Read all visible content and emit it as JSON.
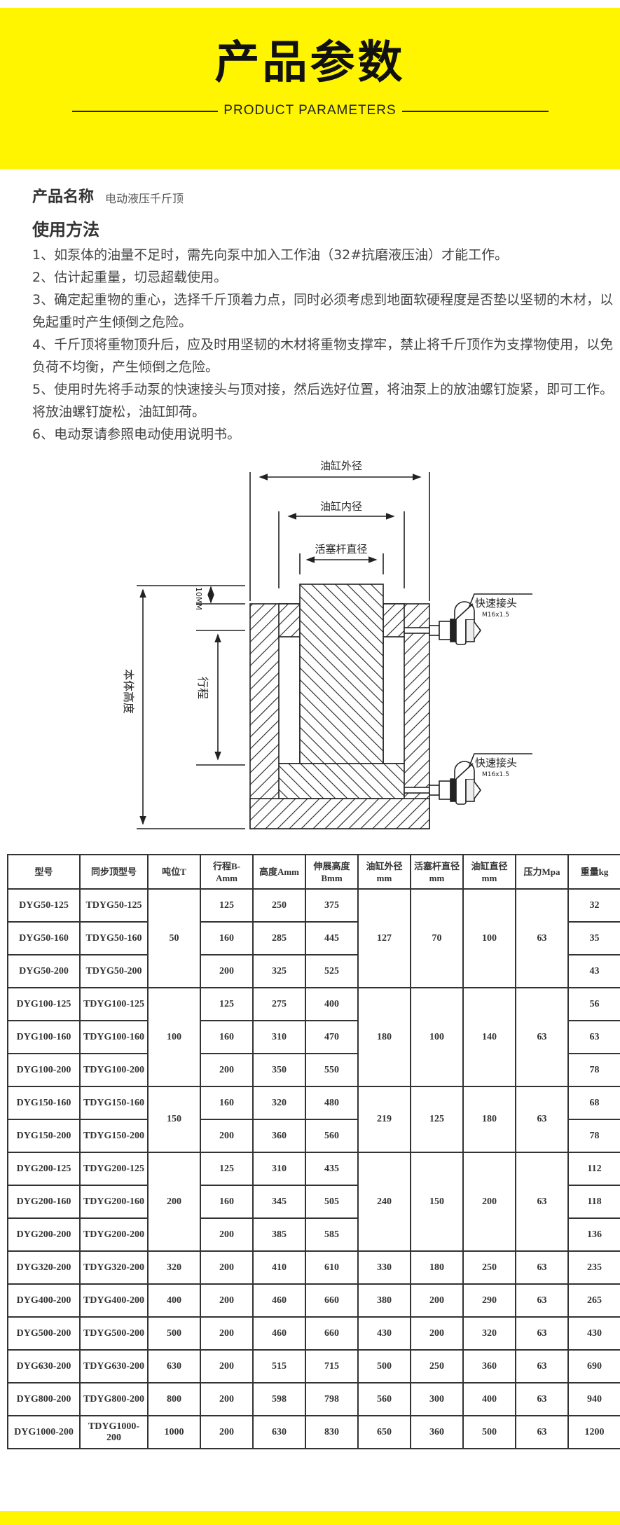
{
  "header": {
    "title": "产品参数",
    "subtitle": "PRODUCT PARAMETERS",
    "band_color": "#fff500"
  },
  "product": {
    "name_label": "产品名称",
    "name_value": "电动液压千斤顶"
  },
  "usage": {
    "title": "使用方法",
    "steps": [
      "1、如泵体的油量不足时，需先向泵中加入工作油（32#抗磨液压油）才能工作。",
      "2、估计起重量，切忌超载使用。",
      "3、确定起重物的重心，选择千斤顶着力点，同时必须考虑到地面软硬程度是否垫以坚韧的木材，以免起重时产生倾倒之危险。",
      "4、千斤顶将重物顶升后，应及时用坚韧的木材将重物支撑牢，禁止将千斤顶作为支撑物使用，以免负荷不均衡，产生倾倒之危险。",
      "5、使用时先将手动泵的快速接头与顶对接，然后选好位置，将油泵上的放油螺钉旋紧，即可工作。将放油螺钉旋松，油缸卸荷。",
      "6、电动泵请参照电动使用说明书。"
    ]
  },
  "diagram": {
    "outer_diameter": "油缸外径",
    "inner_diameter": "油缸内径",
    "rod_diameter": "活塞杆直径",
    "top_gap": "10MM",
    "stroke": "行程",
    "body_height": "本体高度",
    "connector_label": "快速接头",
    "connector_spec": "M16x1.5"
  },
  "table": {
    "headers": [
      "型号",
      "同步顶型号",
      "吨位T",
      "行程B-Amm",
      "高度Amm",
      "伸展高度Bmm",
      "油缸外径mm",
      "活塞杆直径mm",
      "油缸直径mm",
      "压力Mpa",
      "重量kg"
    ],
    "groups": [
      {
        "tonnage": "50",
        "outer": "127",
        "rod": "70",
        "bore": "100",
        "pressure": "63",
        "rows": [
          {
            "model": "DYG50-125",
            "sync": "TDYG50-125",
            "stroke": "125",
            "height": "250",
            "ext": "375",
            "weight": "32"
          },
          {
            "model": "DYG50-160",
            "sync": "TDYG50-160",
            "stroke": "160",
            "height": "285",
            "ext": "445",
            "weight": "35"
          },
          {
            "model": "DYG50-200",
            "sync": "TDYG50-200",
            "stroke": "200",
            "height": "325",
            "ext": "525",
            "weight": "43"
          }
        ]
      },
      {
        "tonnage": "100",
        "outer": "180",
        "rod": "100",
        "bore": "140",
        "pressure": "63",
        "rows": [
          {
            "model": "DYG100-125",
            "sync": "TDYG100-125",
            "stroke": "125",
            "height": "275",
            "ext": "400",
            "weight": "56"
          },
          {
            "model": "DYG100-160",
            "sync": "TDYG100-160",
            "stroke": "160",
            "height": "310",
            "ext": "470",
            "weight": "63"
          },
          {
            "model": "DYG100-200",
            "sync": "TDYG100-200",
            "stroke": "200",
            "height": "350",
            "ext": "550",
            "weight": "78"
          }
        ]
      },
      {
        "tonnage": "150",
        "outer": "219",
        "rod": "125",
        "bore": "180",
        "pressure": "63",
        "rows": [
          {
            "model": "DYG150-160",
            "sync": "TDYG150-160",
            "stroke": "160",
            "height": "320",
            "ext": "480",
            "weight": "68"
          },
          {
            "model": "DYG150-200",
            "sync": "TDYG150-200",
            "stroke": "200",
            "height": "360",
            "ext": "560",
            "weight": "78"
          }
        ]
      },
      {
        "tonnage": "200",
        "outer": "240",
        "rod": "150",
        "bore": "200",
        "pressure": "63",
        "rows": [
          {
            "model": "DYG200-125",
            "sync": "TDYG200-125",
            "stroke": "125",
            "height": "310",
            "ext": "435",
            "weight": "112"
          },
          {
            "model": "DYG200-160",
            "sync": "TDYG200-160",
            "stroke": "160",
            "height": "345",
            "ext": "505",
            "weight": "118"
          },
          {
            "model": "DYG200-200",
            "sync": "TDYG200-200",
            "stroke": "200",
            "height": "385",
            "ext": "585",
            "weight": "136"
          }
        ]
      },
      {
        "tonnage": "320",
        "outer": "330",
        "rod": "180",
        "bore": "250",
        "pressure": "63",
        "rows": [
          {
            "model": "DYG320-200",
            "sync": "TDYG320-200",
            "stroke": "200",
            "height": "410",
            "ext": "610",
            "weight": "235"
          }
        ]
      },
      {
        "tonnage": "400",
        "outer": "380",
        "rod": "200",
        "bore": "290",
        "pressure": "63",
        "rows": [
          {
            "model": "DYG400-200",
            "sync": "TDYG400-200",
            "stroke": "200",
            "height": "460",
            "ext": "660",
            "weight": "265"
          }
        ]
      },
      {
        "tonnage": "500",
        "outer": "430",
        "rod": "200",
        "bore": "320",
        "pressure": "63",
        "rows": [
          {
            "model": "DYG500-200",
            "sync": "TDYG500-200",
            "stroke": "200",
            "height": "460",
            "ext": "660",
            "weight": "430"
          }
        ]
      },
      {
        "tonnage": "630",
        "outer": "500",
        "rod": "250",
        "bore": "360",
        "pressure": "63",
        "rows": [
          {
            "model": "DYG630-200",
            "sync": "TDYG630-200",
            "stroke": "200",
            "height": "515",
            "ext": "715",
            "weight": "690"
          }
        ]
      },
      {
        "tonnage": "800",
        "outer": "560",
        "rod": "300",
        "bore": "400",
        "pressure": "63",
        "rows": [
          {
            "model": "DYG800-200",
            "sync": "TDYG800-200",
            "stroke": "200",
            "height": "598",
            "ext": "798",
            "weight": "940"
          }
        ]
      },
      {
        "tonnage": "1000",
        "outer": "650",
        "rod": "360",
        "bore": "500",
        "pressure": "63",
        "rows": [
          {
            "model": "DYG1000-200",
            "sync": "TDYG1000-200",
            "stroke": "200",
            "height": "630",
            "ext": "830",
            "weight": "1200"
          }
        ]
      }
    ]
  }
}
